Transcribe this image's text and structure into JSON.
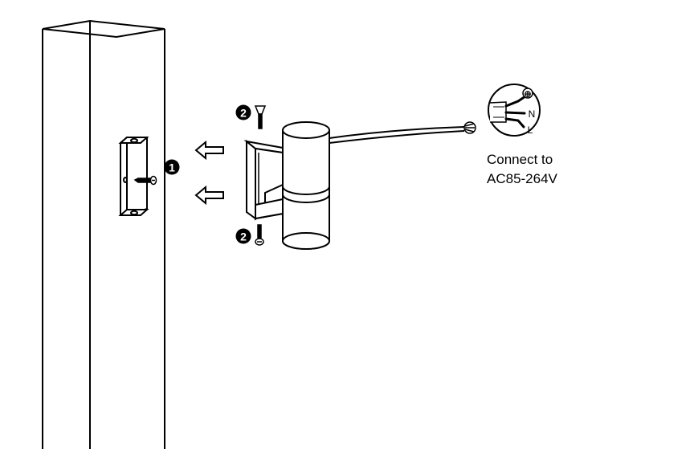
{
  "steps": {
    "step1": "1",
    "step2_top": "2",
    "step2_bottom": "2"
  },
  "wiring": {
    "ground_symbol": "⊕",
    "neutral": "N",
    "live": "L"
  },
  "caption": {
    "line1": "Connect to",
    "line2": "AC85-264V"
  },
  "colors": {
    "stroke": "#000000",
    "background": "#ffffff"
  },
  "icons": [
    "screw-icon",
    "arrow-left-icon",
    "wire-plug-icon",
    "ground-icon"
  ]
}
